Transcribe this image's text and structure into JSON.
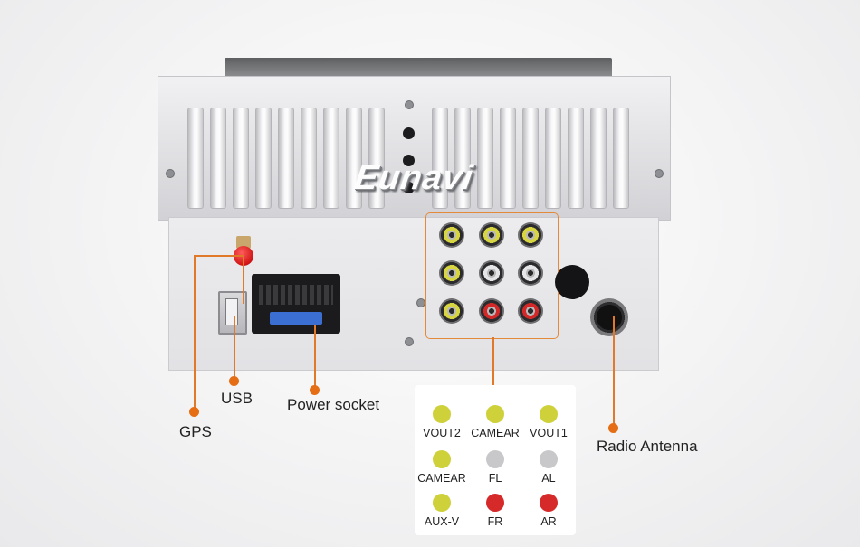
{
  "brand": {
    "logo_text": "Eunavi"
  },
  "callouts": {
    "gps": "GPS",
    "usb": "USB",
    "power_socket": "Power socket",
    "radio_antenna": "Radio Antenna"
  },
  "legend": {
    "items": [
      {
        "label": "VOUT2",
        "color": "#cfd13a"
      },
      {
        "label": "CAMEAR",
        "color": "#cfd13a"
      },
      {
        "label": "VOUT1",
        "color": "#cfd13a"
      },
      {
        "label": "CAMEAR",
        "color": "#cfd13a"
      },
      {
        "label": "FL",
        "color": "#c8c8ca"
      },
      {
        "label": "AL",
        "color": "#c8c8ca"
      },
      {
        "label": "AUX-V",
        "color": "#cfd13a"
      },
      {
        "label": "FR",
        "color": "#d62a2a"
      },
      {
        "label": "AR",
        "color": "#d62a2a"
      }
    ]
  },
  "rca_jacks": [
    {
      "color": "#d8d640"
    },
    {
      "color": "#d8d640"
    },
    {
      "color": "#d8d640"
    },
    {
      "color": "#d8d640"
    },
    {
      "color": "#e6e6e8"
    },
    {
      "color": "#e6e6e8"
    },
    {
      "color": "#d8d640"
    },
    {
      "color": "#d22828"
    },
    {
      "color": "#d22828"
    }
  ],
  "colors": {
    "accent_orange": "#e56e14"
  }
}
